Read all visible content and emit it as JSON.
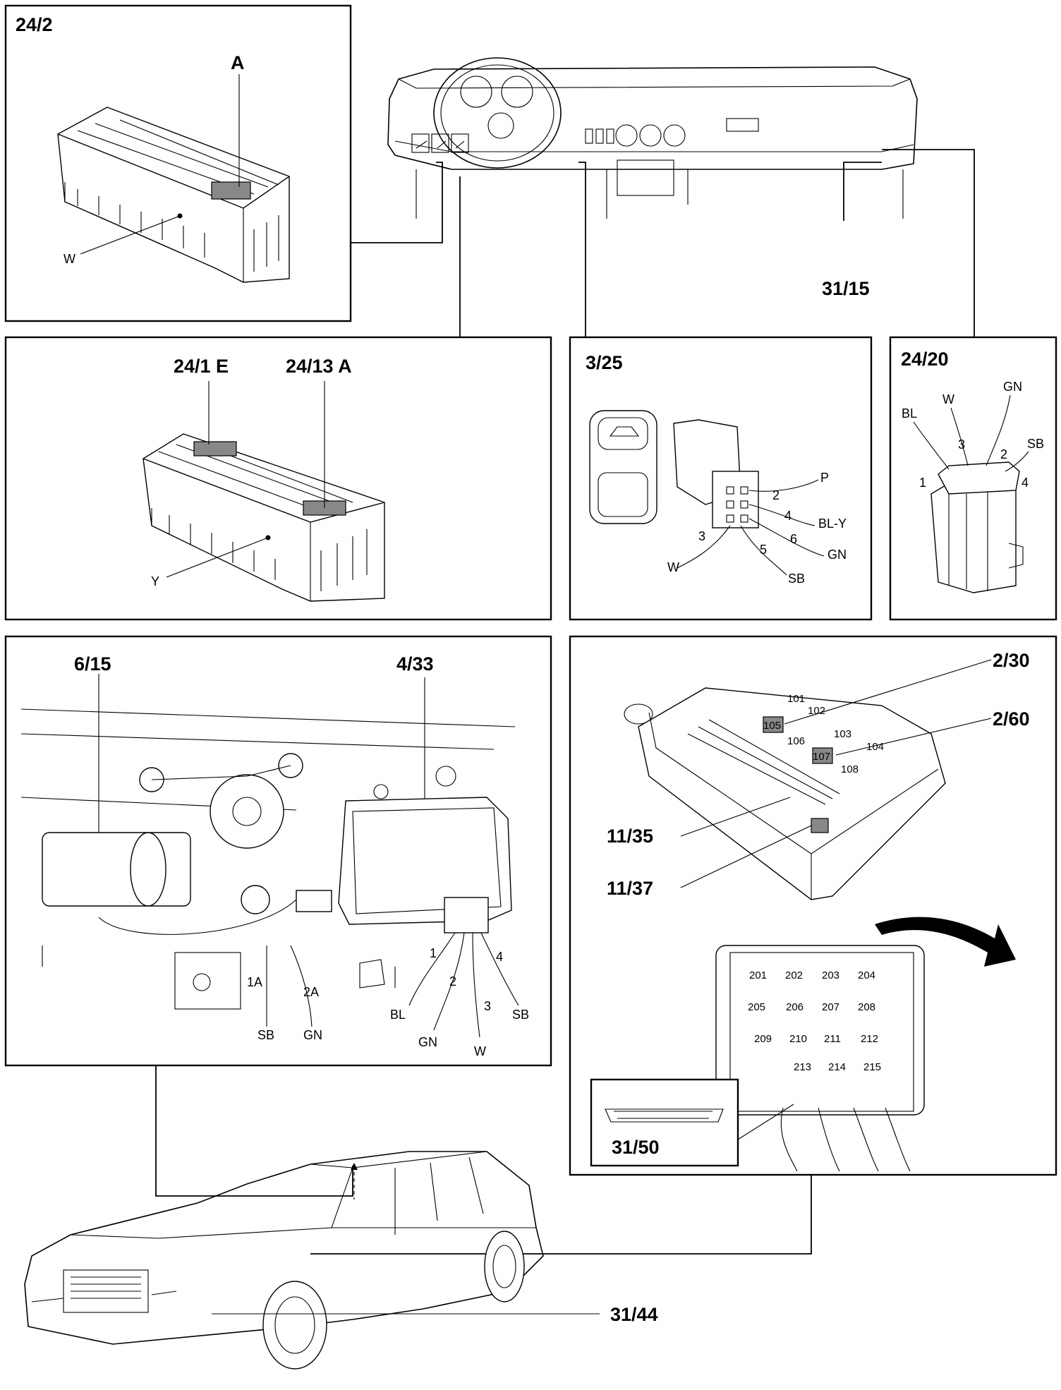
{
  "panels": {
    "top_left": {
      "label": "24/2",
      "callout_a": "A",
      "callout_w": "W"
    },
    "middle_left": {
      "label_e": "24/1 E",
      "label_a": "24/13 A",
      "callout_y": "Y"
    },
    "dash_ref": "31/15",
    "p325": {
      "label": "3/25",
      "pins": [
        "2",
        "4",
        "6",
        "5",
        "3"
      ],
      "wires": [
        "P",
        "BL-Y",
        "GN",
        "SB",
        "W"
      ]
    },
    "p2420": {
      "label": "24/20",
      "pins": [
        "1",
        "3",
        "2",
        "4"
      ],
      "wires": [
        "BL",
        "W",
        "GN",
        "SB"
      ]
    },
    "motor": {
      "label_a": "6/15",
      "label_b": "4/33",
      "left_pins": [
        "1A",
        "2A"
      ],
      "left_wires": [
        "SB",
        "GN"
      ],
      "right_pins": [
        "1",
        "2",
        "3",
        "4"
      ],
      "right_wires": [
        "BL",
        "GN",
        "W",
        "SB"
      ]
    },
    "fusebox": {
      "label_a": "2/30",
      "label_b": "2/60",
      "label_c": "11/35",
      "label_d": "11/37",
      "upper_relays": [
        "101",
        "102",
        "105",
        "106",
        "103",
        "104",
        "107",
        "108"
      ],
      "lower_relays": [
        "201",
        "202",
        "203",
        "204",
        "205",
        "206",
        "207",
        "208",
        "209",
        "210",
        "211",
        "212",
        "213",
        "214",
        "215"
      ],
      "inset": "31/50"
    },
    "car_ref": "31/44"
  }
}
